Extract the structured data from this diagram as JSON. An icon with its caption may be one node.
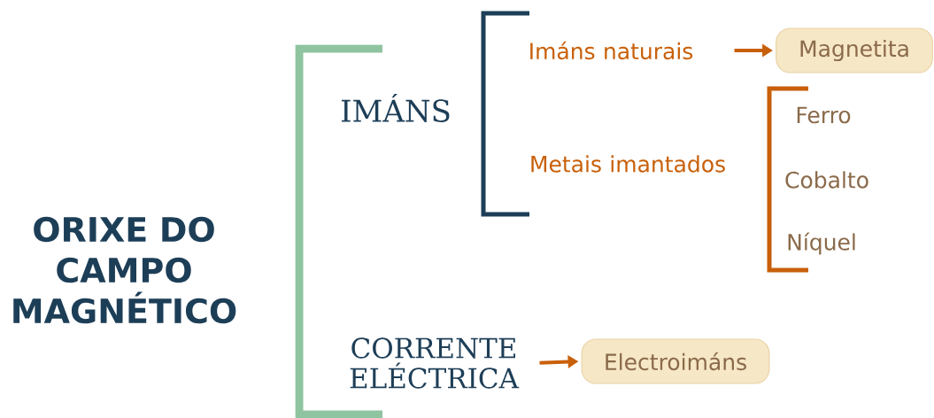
{
  "diagram": {
    "nodes": [
      {
        "text": [
          "ORIXE DO CAMPO MAGNÉTICO"
        ]
      },
      {
        "text": [
          "IMÁNS"
        ]
      },
      {
        "text": [
          "Imáns naturais"
        ]
      },
      {
        "text": [
          "Magnetita"
        ]
      },
      {
        "text": [
          "Metais imantados"
        ]
      },
      {
        "text": [
          "Ferro"
        ]
      },
      {
        "text": [
          "Cobalto"
        ]
      },
      {
        "text": [
          "Níquel"
        ]
      },
      {
        "text": [
          "CORRENTE ELÉCTRICA"
        ]
      },
      {
        "text": [
          "Electroimáns"
        ]
      }
    ],
    "edges": [
      {
        "from": 2,
        "to": 3,
        "arrow": "to"
      },
      {
        "from": 8,
        "to": 9,
        "arrow": "to"
      }
    ]
  }
}
